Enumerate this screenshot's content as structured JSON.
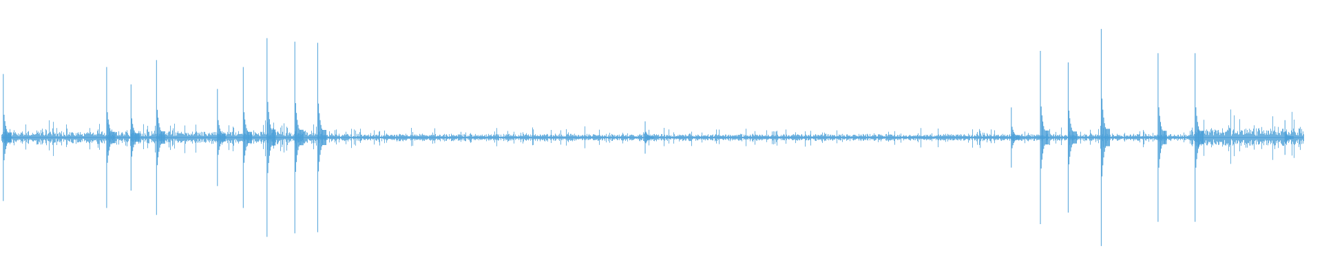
{
  "waveform": {
    "color": "#4a9fd8",
    "background": "#ffffff",
    "duration_fraction_shown": 0.988,
    "noise_floor": 0.035,
    "peaks": [
      {
        "t": 0.0025,
        "up": 0.55,
        "down": 0.55
      },
      {
        "t": 0.0807,
        "up": 0.61,
        "down": 0.61
      },
      {
        "t": 0.0991,
        "up": 0.46,
        "down": 0.46
      },
      {
        "t": 0.1184,
        "up": 0.67,
        "down": 0.67
      },
      {
        "t": 0.1645,
        "up": 0.42,
        "down": 0.42
      },
      {
        "t": 0.184,
        "up": 0.61,
        "down": 0.61
      },
      {
        "t": 0.202,
        "up": 0.86,
        "down": 0.86
      },
      {
        "t": 0.223,
        "up": 0.83,
        "down": 0.83
      },
      {
        "t": 0.2403,
        "up": 0.82,
        "down": 0.82
      },
      {
        "t": 0.488,
        "up": 0.14,
        "down": 0.14
      },
      {
        "t": 0.765,
        "up": 0.26,
        "down": 0.26
      },
      {
        "t": 0.787,
        "up": 0.75,
        "down": 0.75
      },
      {
        "t": 0.808,
        "up": 0.65,
        "down": 0.65
      },
      {
        "t": 0.833,
        "up": 0.94,
        "down": 0.94
      },
      {
        "t": 0.876,
        "up": 0.73,
        "down": 0.73
      },
      {
        "t": 0.904,
        "up": 0.73,
        "down": 0.73
      },
      {
        "t": 0.972,
        "up": 0.15,
        "down": 0.15
      }
    ],
    "dense_regions": [
      {
        "start": 0.0,
        "end": 0.24,
        "level": 0.06
      },
      {
        "start": 0.9,
        "end": 0.985,
        "level": 0.09
      }
    ]
  }
}
